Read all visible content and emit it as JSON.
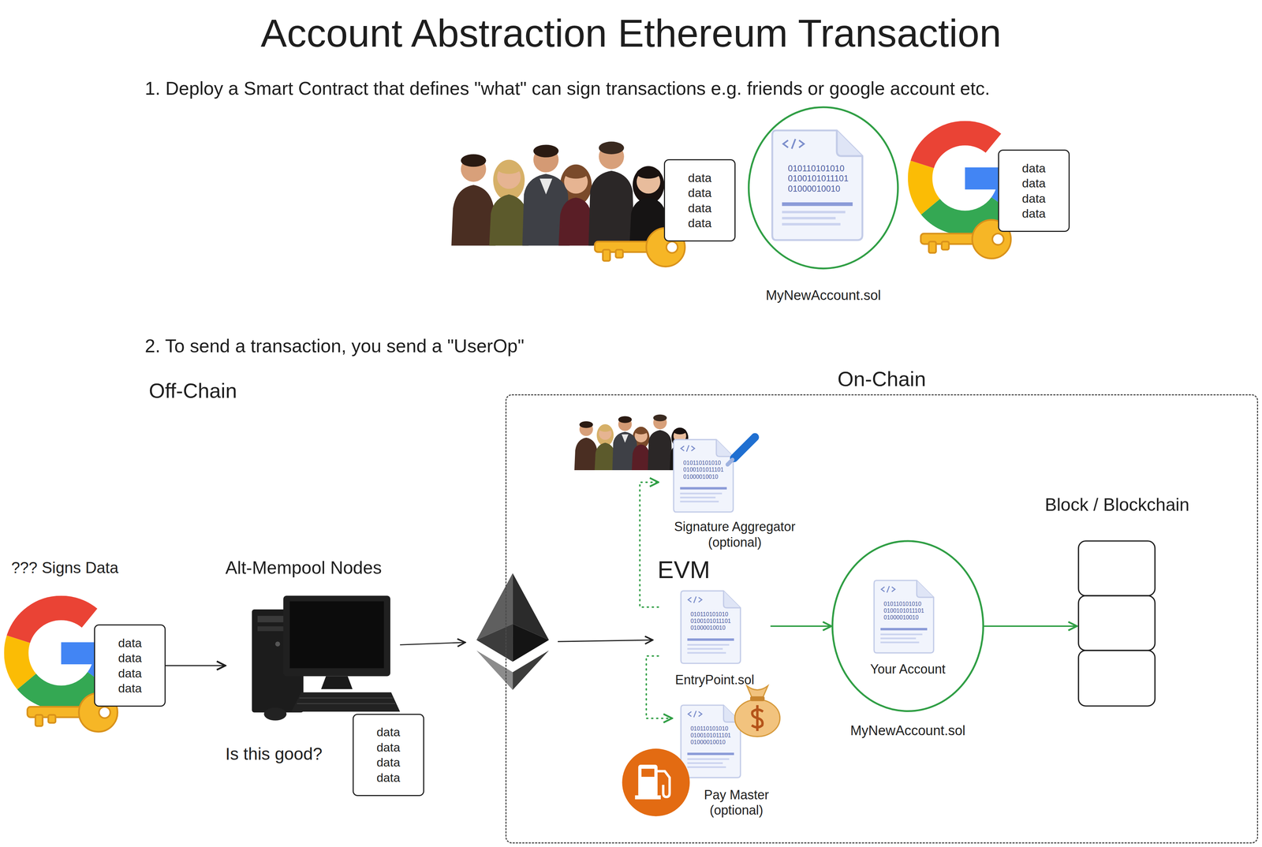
{
  "diagram": {
    "title": "Account Abstraction Ethereum Transaction",
    "nodes": [
      {
        "text": [
          "data data data data"
        ]
      },
      {
        "text": [
          "MyNewAccount.sol"
        ]
      },
      {
        "text": [
          "data data data data"
        ]
      },
      {
        "text": [
          "data data data data"
        ]
      },
      {
        "text": [
          "Alt-Mempool Nodes",
          "Is this good?"
        ]
      },
      {
        "text": [
          "data data data data"
        ],
        "in": 4
      },
      {
        "text": [
          "On-Chain"
        ]
      },
      {
        "text": [
          "Signature Aggregator (optional)"
        ],
        "in": 6
      },
      {
        "text": [
          "EntryPoint.sol"
        ],
        "in": 6
      },
      {
        "text": [
          "Pay Master (optional)"
        ],
        "in": 6
      },
      {
        "text": [
          "Your Account",
          "MyNewAccount.sol"
        ],
        "in": 6
      },
      {
        "text": [
          "Block / Blockchain"
        ],
        "in": 6
      }
    ],
    "edges": [
      {
        "from": 3,
        "to": 4,
        "arrow": "to"
      },
      {
        "from": 8,
        "to": 7,
        "arrow": "to"
      },
      {
        "from": 8,
        "to": 9,
        "arrow": "to"
      },
      {
        "from": 8,
        "to": 10,
        "arrow": "to"
      },
      {
        "from": 10,
        "to": 11,
        "arrow": "to"
      }
    ],
    "labels": [
      "1. Deploy a Smart Contract that defines \"what\" can sign transactions e.g. friends or google account etc.",
      "010110101010 0100101011101 01000010010",
      "2. To send a transaction, you send a \"UserOp\"",
      "Off-Chain",
      "??? Signs Data",
      "010110101010 0100101011101 01000010010",
      "EVM",
      "010110101010 0100101011101 01000010010",
      "010110101010 0100101011101 01000010010",
      "010110101010 0100101011101 01000010010"
    ]
  }
}
